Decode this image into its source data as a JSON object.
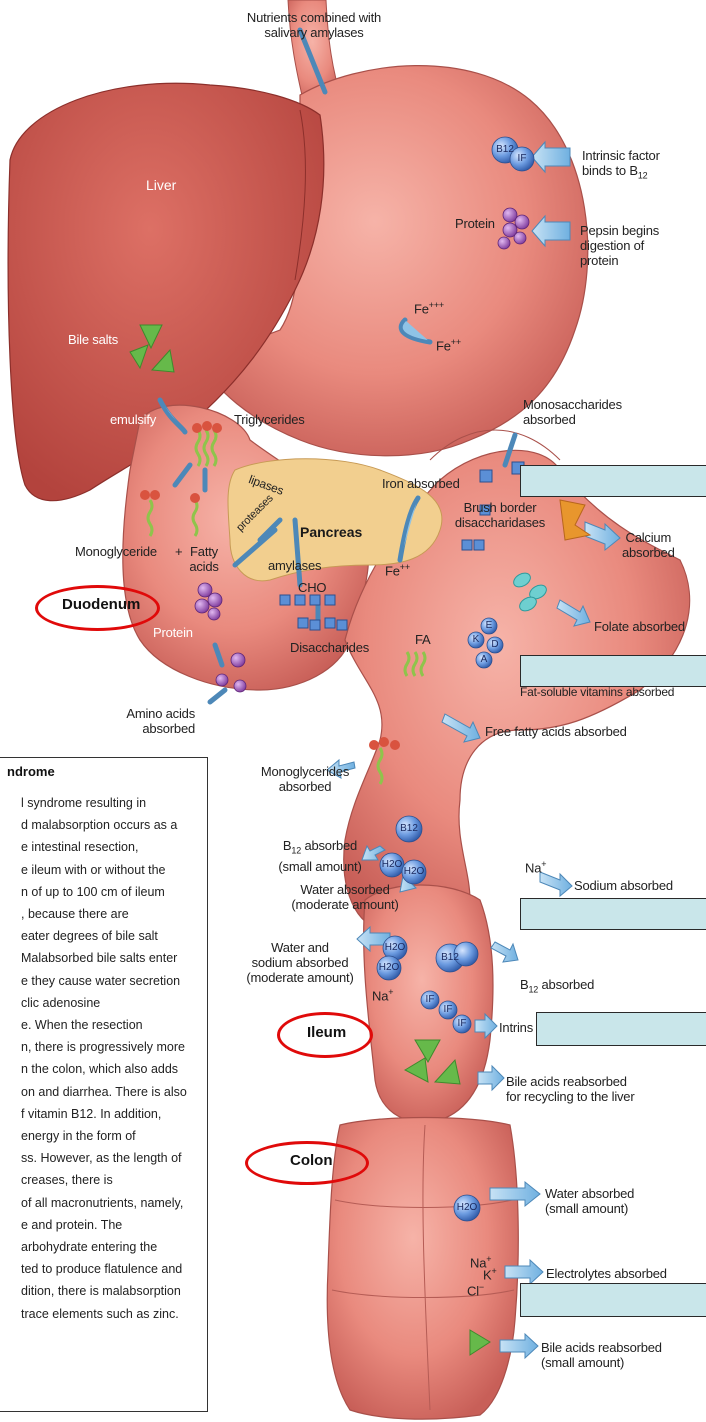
{
  "labels": {
    "nutrients_salivary": "Nutrients combined with\nsalivary amylases",
    "liver": "Liver",
    "intrinsic_factor": "Intrinsic factor\nbinds to B",
    "intrinsic_factor_sub": "12",
    "protein_stomach": "Protein",
    "pepsin": "Pepsin begins\ndigestion of\nprotein",
    "fe3": "Fe",
    "fe3_sup": "+++",
    "fe2": "Fe",
    "fe2_sup": "++",
    "bile_salts": "Bile salts",
    "emulsify": "emulsify",
    "triglycerides": "Triglycerides",
    "lipases": "lipases",
    "proteases": "proteases",
    "pancreas": "Pancreas",
    "amylases": "amylases",
    "monoglyceride": "Monoglyceride",
    "plus": "+",
    "fatty_acids": "Fatty\nacids",
    "cho": "CHO",
    "disaccharides": "Disaccharides",
    "protein_duodenum": "Protein",
    "amino_acids": "Amino acids\nabsorbed",
    "iron_absorbed": "Iron absorbed",
    "fe_plus": "Fe",
    "fe_plus_sup": "++",
    "monosaccharides": "Monosaccharides\nabsorbed",
    "brush_border": "Brush border\ndisaccharidases",
    "calcium": "Calcium\nabsorbed",
    "folate": "Folate absorbed",
    "fa": "FA",
    "fat_soluble": "Fat-soluble vitamins absorbed",
    "free_fatty_acids": "Free fatty acids absorbed",
    "monoglycerides_absorbed": "Monoglycerides\nabsorbed",
    "b12_small": "B",
    "b12_small_sub": "12",
    "b12_small_rest": " absorbed\n(small amount)",
    "water_moderate": "Water absorbed\n(moderate amount)",
    "na": "Na",
    "na_sup": "+",
    "sodium": "Sodium absorbed",
    "water_sodium": "Water and\nsodium absorbed\n(moderate amount)",
    "na_ileum": "Na",
    "b12_absorbed": "B",
    "b12_absorbed_sub": "12",
    "b12_absorbed_rest": " absorbed",
    "intrinsic_fragment": "Intrins",
    "bile_acids_reabsorbed": "Bile acids reabsorbed\nfor recycling to the liver",
    "water_small": "Water absorbed\n(small amount)",
    "electrolytes": "Electrolytes absorbed",
    "bile_acids_small": "Bile acids reabsorbed\n(small amount)",
    "na_colon": "Na",
    "k_colon": "K",
    "cl_colon": "Cl"
  },
  "molecules": {
    "b12": "B12",
    "if": "IF",
    "h2o": "H2O",
    "e": "E",
    "k": "K",
    "d": "D",
    "a": "A"
  },
  "regions": {
    "duodenum": "Duodenum",
    "ileum": "Ileum",
    "colon": "Colon"
  },
  "textbox": {
    "title": "ndrome",
    "lines": [
      "l syndrome resulting in",
      "d malabsorption occurs as a",
      "e intestinal resection,",
      "e ileum with or without the",
      "n of up to 100 cm of ileum",
      ", because there are",
      "eater degrees of bile salt",
      "Malabsorbed bile salts enter",
      "e they cause water secretion",
      "clic adenosine",
      "e. When the resection",
      "n, there is progressively more",
      "n the colon, which also adds",
      "on and diarrhea. There is also",
      "f vitamin B12. In addition,",
      "energy in the form of",
      "ss. However, as the length of",
      "creases, there is",
      "of all macronutrients, namely,",
      "e and protein. The",
      "arbohydrate entering the",
      "ted to produce flatulence and",
      "dition, there is malabsorption",
      "trace elements such as zinc."
    ]
  },
  "colors": {
    "organ_fill": "#e98a7e",
    "organ_dark": "#c85f58",
    "liver": "#c9544c",
    "pancreas": "#f2cf8f",
    "cover_box": "#c9e6ea",
    "ring": "#e00a0a",
    "arrow": "#8fc3e6",
    "molecule": "#5b8fd6",
    "protein": "#9a52b5"
  }
}
